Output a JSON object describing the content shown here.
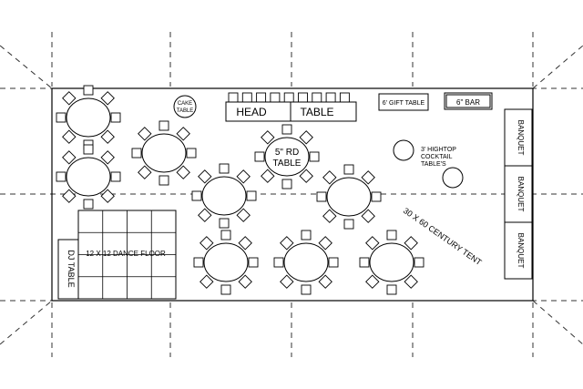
{
  "colors": {
    "line": "#000000",
    "guide": "#333333",
    "background": "#ffffff"
  },
  "labels": {
    "cake_table_line1": "CAKE",
    "cake_table_line2": "TABLE",
    "head_table_left": "HEAD",
    "head_table_right": "TABLE",
    "gift_table": "6' GIFT TABLE",
    "bar": "6\" BAR",
    "round_table_line1": "5\" RD",
    "round_table_line2": "TABLE",
    "hightop_line1": "3' HIGHTOP",
    "hightop_line2": "COCKTAIL",
    "hightop_line3": "TABLE'S",
    "banquet_1": "BANQUET",
    "banquet_2": "BANQUET",
    "banquet_3": "BANQUET",
    "tent": "30 X 60 CENTURY TENT",
    "dance_floor": "12 X 12 DANCE FLOOR",
    "dj_table": "DJ TABLE"
  }
}
